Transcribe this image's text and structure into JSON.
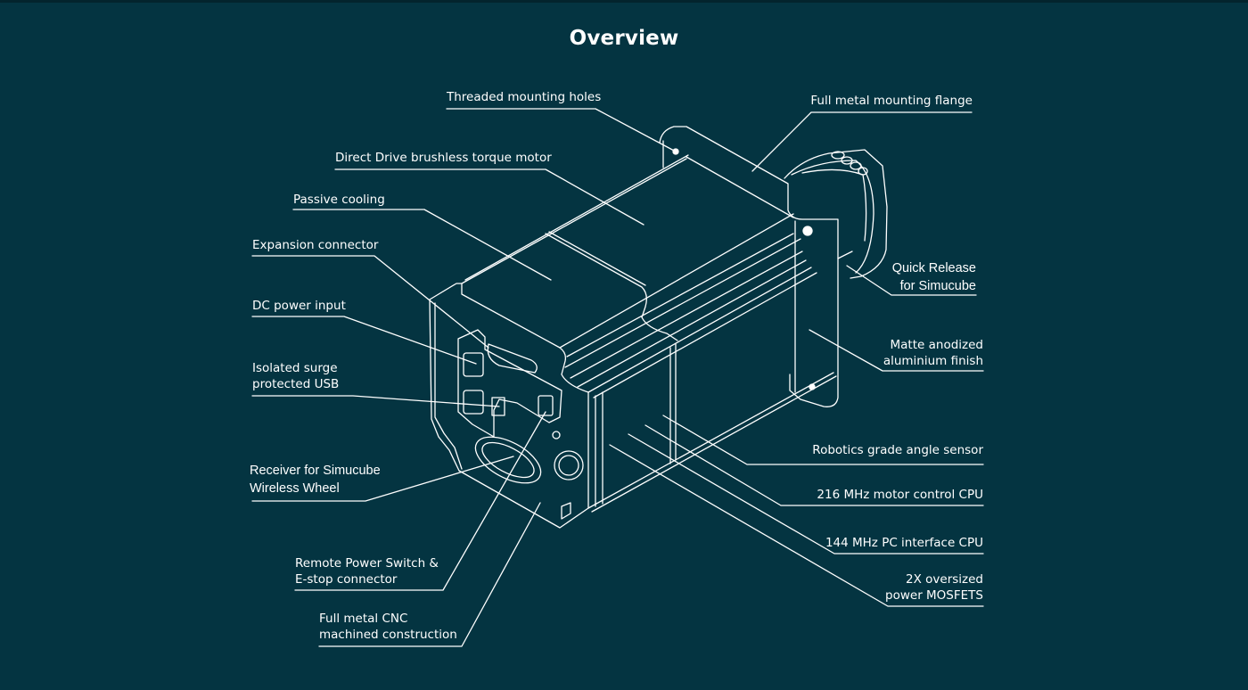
{
  "page": {
    "title": "Overview",
    "colors": {
      "background": "#043441",
      "line": "#ffffff",
      "text": "#ffffff"
    }
  },
  "device": {
    "name": "motor-unit-line-drawing"
  },
  "callouts": {
    "left": [
      {
        "id": "threaded-mounting-holes",
        "lines": [
          "Threaded mounting holes"
        ]
      },
      {
        "id": "direct-drive-motor",
        "lines": [
          "Direct Drive brushless torque motor"
        ]
      },
      {
        "id": "passive-cooling",
        "lines": [
          "Passive cooling"
        ]
      },
      {
        "id": "expansion-connector",
        "lines": [
          "Expansion connector"
        ]
      },
      {
        "id": "dc-power-input",
        "lines": [
          "DC power input"
        ]
      },
      {
        "id": "isolated-usb",
        "lines": [
          "Isolated surge",
          "protected USB"
        ]
      },
      {
        "id": "wireless-receiver",
        "lines": [
          "Receiver for Simucube",
          "Wireless Wheel"
        ]
      },
      {
        "id": "remote-power-switch",
        "lines": [
          "Remote Power Switch &",
          "E-stop connector"
        ]
      },
      {
        "id": "cnc-construction",
        "lines": [
          "Full metal CNC",
          "machined construction"
        ]
      }
    ],
    "right": [
      {
        "id": "mounting-flange",
        "lines": [
          "Full metal mounting flange"
        ]
      },
      {
        "id": "quick-release",
        "lines": [
          "Quick Release",
          "for Simucube"
        ]
      },
      {
        "id": "anodized-finish",
        "lines": [
          "Matte anodized",
          "aluminium finish"
        ]
      },
      {
        "id": "angle-sensor",
        "lines": [
          "Robotics grade angle sensor"
        ]
      },
      {
        "id": "motor-control-cpu",
        "lines": [
          "216 MHz motor control CPU"
        ]
      },
      {
        "id": "pc-interface-cpu",
        "lines": [
          "144 MHz PC interface CPU"
        ]
      },
      {
        "id": "power-mosfets",
        "lines": [
          "2X oversized",
          "power MOSFETS"
        ]
      }
    ]
  }
}
